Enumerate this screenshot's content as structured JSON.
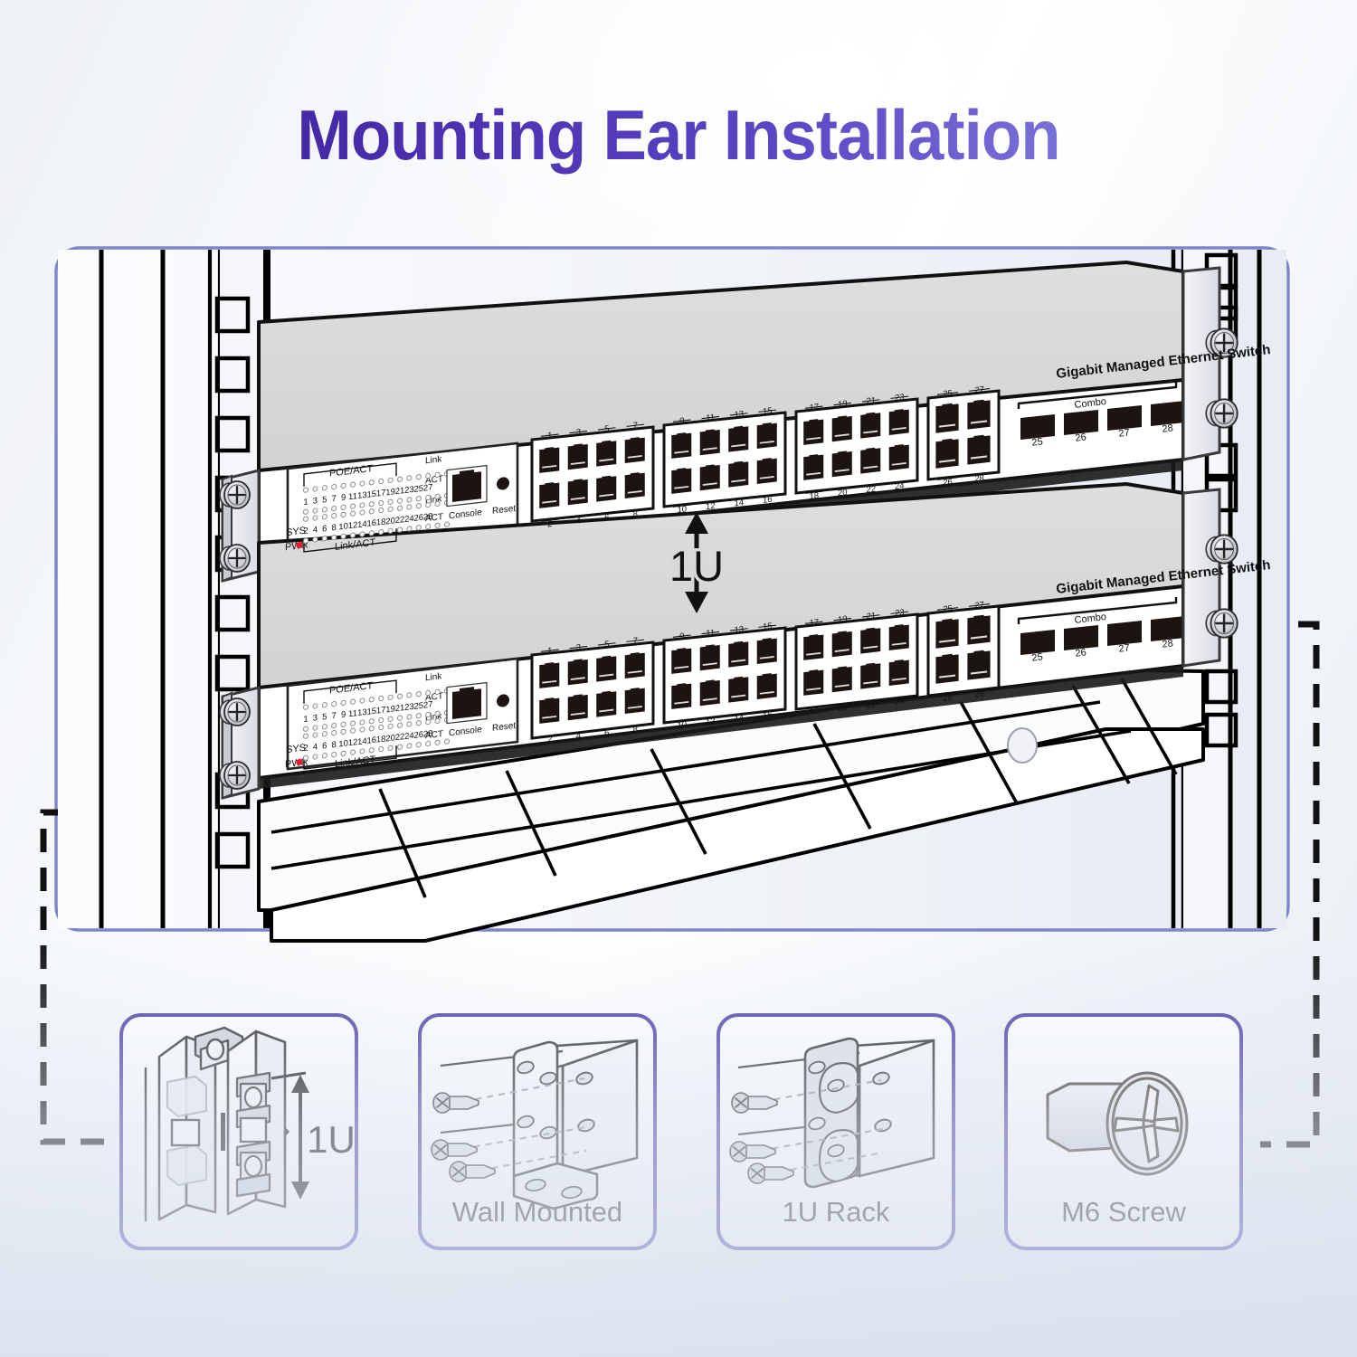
{
  "page": {
    "title": "Mounting Ear Installation",
    "background_gradient": [
      "#eef1f6",
      "#ffffff",
      "#e9edf4"
    ],
    "title_gradient": [
      "#3b209a",
      "#9aa0e6"
    ],
    "panel_border_color": "#7f85c9",
    "callout_color": "#000000"
  },
  "main_panel": {
    "name": "rack-mount-overview",
    "spacing_label": "1U",
    "rack": {
      "post_hole_shape": "square",
      "left_post_holes": 9,
      "right_post_holes": 9,
      "screws_per_ear": 2,
      "shelf": "rack-shelf-tray"
    }
  },
  "switch": {
    "brand_text": "Gigabit Managed Ethernet Switch",
    "combo_label": "Combo",
    "console_label": "Console",
    "reset_label": "Reset",
    "led_panel": {
      "poe_act_label": "POE/ACT",
      "link_act_label": "Link/ACT",
      "sys_label": "SYS",
      "pwr_label": "PWR",
      "pwr_led_color": "#e8192c",
      "right_labels": [
        "Link",
        "ACT",
        "Link",
        "ACT"
      ],
      "odd_numbers": [
        1,
        3,
        5,
        7,
        9,
        11,
        13,
        15,
        17,
        19,
        21,
        23,
        25,
        27
      ],
      "even_numbers": [
        2,
        4,
        6,
        8,
        10,
        12,
        14,
        16,
        18,
        20,
        22,
        24,
        26,
        28
      ]
    },
    "rj45_groups": [
      {
        "odd": [
          1,
          3,
          5,
          7
        ],
        "even": [
          2,
          4,
          6,
          8
        ]
      },
      {
        "odd": [
          9,
          11,
          13,
          15
        ],
        "even": [
          10,
          12,
          14,
          16
        ]
      },
      {
        "odd": [
          17,
          19,
          21,
          23
        ],
        "even": [
          18,
          20,
          22,
          24
        ]
      },
      {
        "odd": [
          25,
          27
        ],
        "even": [
          26,
          28
        ]
      }
    ],
    "sfp_ports": [
      25,
      26,
      27,
      28
    ],
    "unit_count": 2
  },
  "cards": [
    {
      "name": "cage-nut-installation",
      "label": "",
      "measure_label": "1U",
      "icon": "cage-nut-arrow-icon"
    },
    {
      "name": "wall-mounted",
      "label": "Wall Mounted",
      "icon": "l-bracket-icon",
      "screw_count": 3
    },
    {
      "name": "1u-rack",
      "label": "1U Rack",
      "icon": "rack-ear-icon",
      "screw_count": 3
    },
    {
      "name": "m6-screw",
      "label": "M6 Screw",
      "icon": "phillips-screw-icon"
    }
  ]
}
